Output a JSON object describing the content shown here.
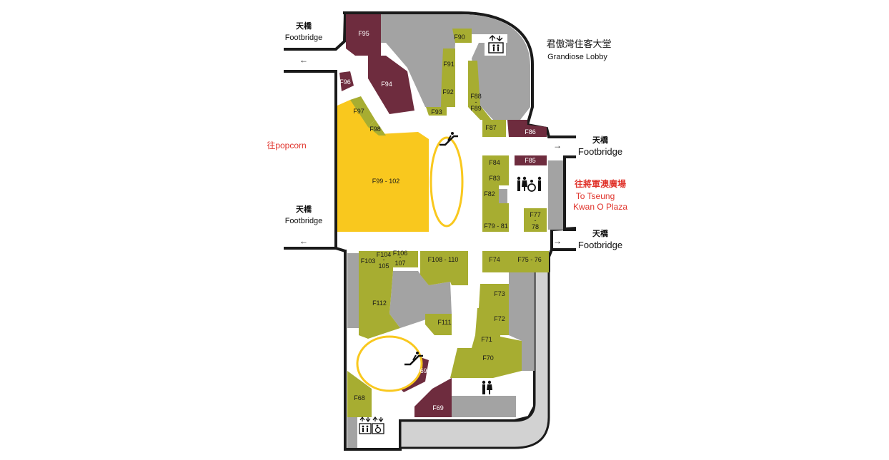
{
  "colors": {
    "olive": "#a7ad31",
    "maroon": "#6e2c3e",
    "yellow": "#f9c81e",
    "grey": "#a3a3a3",
    "light_grey": "#d2d2d2",
    "outline": "#1a1a1a",
    "red_text": "#e0322a"
  },
  "labels": {
    "footbridge_cn": "天橋",
    "footbridge_en": "Footbridge",
    "lobby_cn": "君傲灣住客大堂",
    "lobby_en": "Grandiose Lobby",
    "popcorn": "往popcorn",
    "tko_cn": "往將軍澳廣場",
    "tko_en_1": "To Tseung",
    "tko_en_2": "Kwan O Plaza",
    "arrow_left": "←",
    "arrow_right": "→"
  },
  "shops": {
    "f95": "F95",
    "f90": "F90",
    "f94": "F94",
    "f96": "F96",
    "f91": "F91",
    "f92": "F92",
    "f93": "F93",
    "f88": "F88",
    "f88_dash": "-",
    "f89": "F89",
    "f97": "F97",
    "f98": "F98",
    "f87": "F87",
    "f86": "F86",
    "f85": "F85",
    "f84": "F84",
    "f83": "F83",
    "f82": "F82",
    "f79_81": "F79 - 81",
    "f77": "F77",
    "f77_dash": "-",
    "f78": "78",
    "f99_102": "F99 - 102",
    "f103": "F103",
    "f104": "F104",
    "f104_dash": "-",
    "f105": "105",
    "f106": "F106",
    "f106_dash": "-",
    "f107": "107",
    "f108_110": "F108 - 110",
    "f74": "F74",
    "f75_76": "F75 - 76",
    "f73": "F73",
    "f112": "F112",
    "f111": "F111",
    "f72": "F72",
    "f71": "F71",
    "f70": "F70",
    "f69_upper": "F69",
    "f69_lower": "F69",
    "f68": "F68"
  }
}
